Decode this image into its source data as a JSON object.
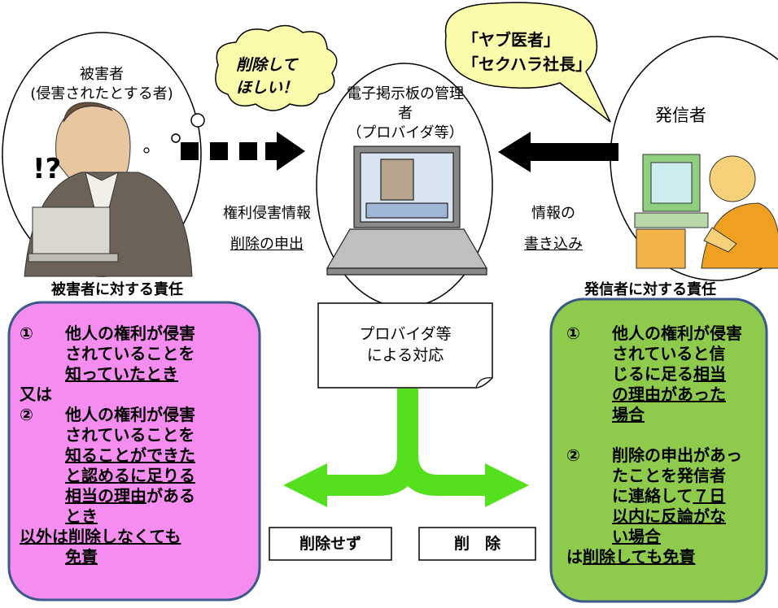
{
  "victim": {
    "title_line1": "被害者",
    "title_line2": "(侵害されたとする者)",
    "exclaim": "!?"
  },
  "victim_bubble": {
    "line1": "削除して",
    "line2": "ほしい！"
  },
  "poster_bubble": {
    "line1": "「ヤブ医者」",
    "line2": "「セクハラ社長」"
  },
  "provider": {
    "line1": "電子掲示板の管理",
    "line2": "者",
    "line3": "（プロバイダ等）"
  },
  "poster": {
    "title": "発信者"
  },
  "left_arrow_label": {
    "line1": "権利侵害情報",
    "line2": "削除の申出"
  },
  "right_arrow_label": {
    "line1": "情報の",
    "line2": "書き込み"
  },
  "victim_resp_heading": "被害者に対する責任",
  "poster_resp_heading": "発信者に対する責任",
  "center_doc": {
    "line1": "プロバイダ等",
    "line2": "による対応"
  },
  "left_box": {
    "c1_num": "①",
    "c1_l1": "他人の権利が侵害",
    "c1_l2": "されていることを",
    "c1_l3": "知っていたとき",
    "or": "又は",
    "c2_num": "②",
    "c2_l1": "他人の権利が侵害",
    "c2_l2": "されていることを",
    "c2_l3": "知ることができた",
    "c2_l4": "と認めるに足りる",
    "c2_l5a": "相当の理由",
    "c2_l5b": "がある",
    "c2_l6": "とき",
    "end_l1": "以外は削除しなくても",
    "end_l2": "免責"
  },
  "right_box": {
    "c1_num": "①",
    "c1_l1": "他人の権利が侵害",
    "c1_l2": "されていると信",
    "c1_l3a": "じるに足る",
    "c1_l3b": "相当",
    "c1_l4": "の理由があった",
    "c1_l5": "場合",
    "c2_num": "②",
    "c2_l1": "削除の申出があっ",
    "c2_l2": "たことを発信者",
    "c2_l3a": "に連絡して",
    "c2_l3b": "７日",
    "c2_l4": "以内に反論がな",
    "c2_l5": "い場合",
    "end_a": "は",
    "end_b": "削除しても免責"
  },
  "btn_no_delete": "削除せず",
  "btn_delete": "削　除",
  "colors": {
    "left_box": "#f58df0",
    "right_box": "#8ecb4c",
    "box_border": "#3b5a8a",
    "green_arrow": "#55e01e",
    "bubble": "#fbfbac"
  }
}
